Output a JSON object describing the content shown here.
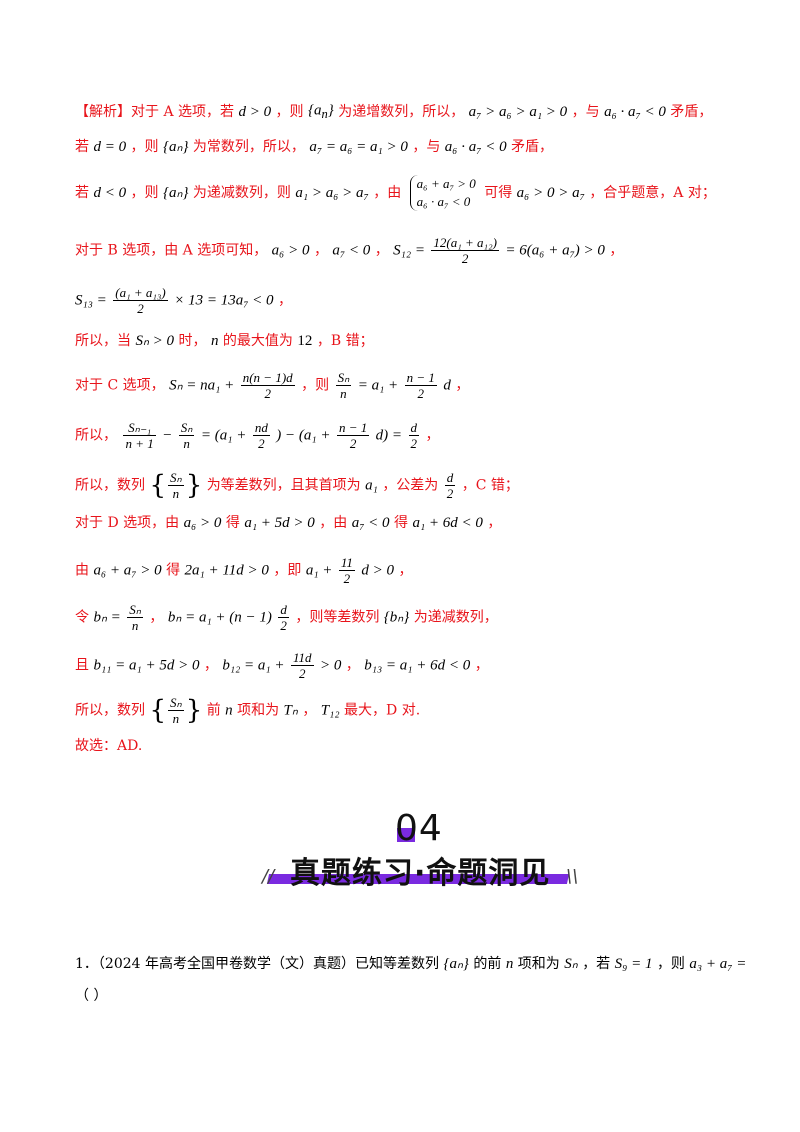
{
  "lines": {
    "l1": {
      "a": "【解析】对于 A 选项，若",
      "b": "d > 0",
      "c": "，则",
      "d": "{a",
      "e": "n",
      "f": "}",
      "g": "为递增数列，所以，",
      "h": "a₇ > a₆ > a₁ > 0",
      "i": "，与",
      "j": "a₆ · a₇ < 0",
      "k": "矛盾，"
    },
    "l2": {
      "a": "若",
      "b": "d = 0",
      "c": "，则",
      "d": "{aₙ}",
      "e": "为常数列，所以，",
      "f": "a₇ = a₆ = a₁ > 0",
      "g": "，与",
      "h": "a₆ · a₇ < 0",
      "i": "矛盾，"
    },
    "l3": {
      "a": "若",
      "b": "d < 0",
      "c": "，则",
      "d": "{aₙ}",
      "e": "为递减数列，则",
      "f": "a₁ > a₆ > a₇",
      "g": "，由",
      "h1": "a₆ + a₇ > 0",
      "h2": "a₆ · a₇ < 0",
      "i": "可得",
      "j": "a₆ > 0 > a₇",
      "k": "，合乎题意，A 对；"
    },
    "l4": {
      "a": "对于 B 选项，由 A 选项可知，",
      "b": "a₆ > 0",
      "c": "，",
      "d": "a₇ < 0",
      "e": "，",
      "f": "S₁₂ =",
      "g_num": "12(a₁ + a₁₂)",
      "g_den": "2",
      "h": "= 6(a₆ + a₇) > 0",
      "i": "，"
    },
    "l5": {
      "a": "S₁₃ =",
      "b_num": "(a₁ + a₁₃)",
      "b_den": "2",
      "c": "× 13 = 13a₇ < 0",
      "d": "，"
    },
    "l6": {
      "a": "所以，当",
      "b": "Sₙ > 0",
      "c": "时，",
      "d": "n",
      "e": "的最大值为",
      "f": "12",
      "g": "，B 错；"
    },
    "l7": {
      "a": "对于 C 选项，",
      "b": "Sₙ = na₁ +",
      "c_num": "n(n − 1)d",
      "c_den": "2",
      "d": "，则",
      "e_num": "Sₙ",
      "e_den": "n",
      "f": "= a₁ +",
      "g_num": "n − 1",
      "g_den": "2",
      "h": "d",
      "i": "，"
    },
    "l8": {
      "a": "所以，",
      "b_num": "Sₙ₋₁",
      "b_den": "n + 1",
      "c": "−",
      "d_num": "Sₙ",
      "d_den": "n",
      "e": "= (a₁ +",
      "f_num": "nd",
      "f_den": "2",
      "g": ") − (a₁ +",
      "h_num": "n − 1",
      "h_den": "2",
      "i": "d) =",
      "j_num": "d",
      "j_den": "2",
      "k": "，"
    },
    "l9": {
      "a": "所以，数列",
      "b_num": "Sₙ",
      "b_den": "n",
      "c": "为等差数列，且其首项为",
      "d": "a₁",
      "e": "，公差为",
      "f_num": "d",
      "f_den": "2",
      "g": "，C 错；"
    },
    "l10": {
      "a": "对于 D 选项，由",
      "b": "a₆ > 0",
      "c": "得",
      "d": "a₁ + 5d > 0",
      "e": "，由",
      "f": "a₇ < 0",
      "g": "得",
      "h": "a₁ + 6d < 0",
      "i": "，"
    },
    "l11": {
      "a": "由",
      "b": "a₆ + a₇ > 0",
      "c": "得",
      "d": "2a₁ + 11d > 0",
      "e": "，即",
      "f": "a₁ +",
      "g_num": "11",
      "g_den": "2",
      "h": "d > 0",
      "i": "，"
    },
    "l12": {
      "a": "令",
      "b": "bₙ =",
      "c_num": "Sₙ",
      "c_den": "n",
      "d": "，",
      "e": "bₙ = a₁ + (n − 1)",
      "f_num": "d",
      "f_den": "2",
      "g": "，则等差数列",
      "h": "{bₙ}",
      "i": "为递减数列，"
    },
    "l13": {
      "a": "且",
      "b": "b₁₁ = a₁ + 5d > 0",
      "c": "，",
      "d": "b₁₂ = a₁ +",
      "e_num": "11d",
      "e_den": "2",
      "f": "> 0",
      "g": "，",
      "h": "b₁₃ = a₁ + 6d < 0",
      "i": "，"
    },
    "l14": {
      "a": "所以，数列",
      "b_num": "Sₙ",
      "b_den": "n",
      "c": "前",
      "d": "n",
      "e": "项和为",
      "f": "Tₙ",
      "g": "，",
      "h": "T₁₂",
      "i": "最大，D 对."
    },
    "l15": {
      "a": "故选：AD."
    }
  },
  "section": {
    "number": "04",
    "title": "真题练习·命题洞见",
    "slash_left": "//",
    "slash_right": "\\\\"
  },
  "question": {
    "line1": {
      "a": "1．（2024 年高考全国甲卷数学（文）真题）已知等差数列",
      "b": "{aₙ}",
      "c": "的前",
      "d": "n",
      "e": "项和为",
      "f": "Sₙ",
      "g": "，若",
      "h": "S₉ = 1",
      "i": "，则",
      "j": "a₃ + a₇ ="
    },
    "line2": "（    ）"
  },
  "colors": {
    "answer_red": "#e8141b",
    "accent_purple": "#7a2ae0",
    "text": "#000000"
  }
}
